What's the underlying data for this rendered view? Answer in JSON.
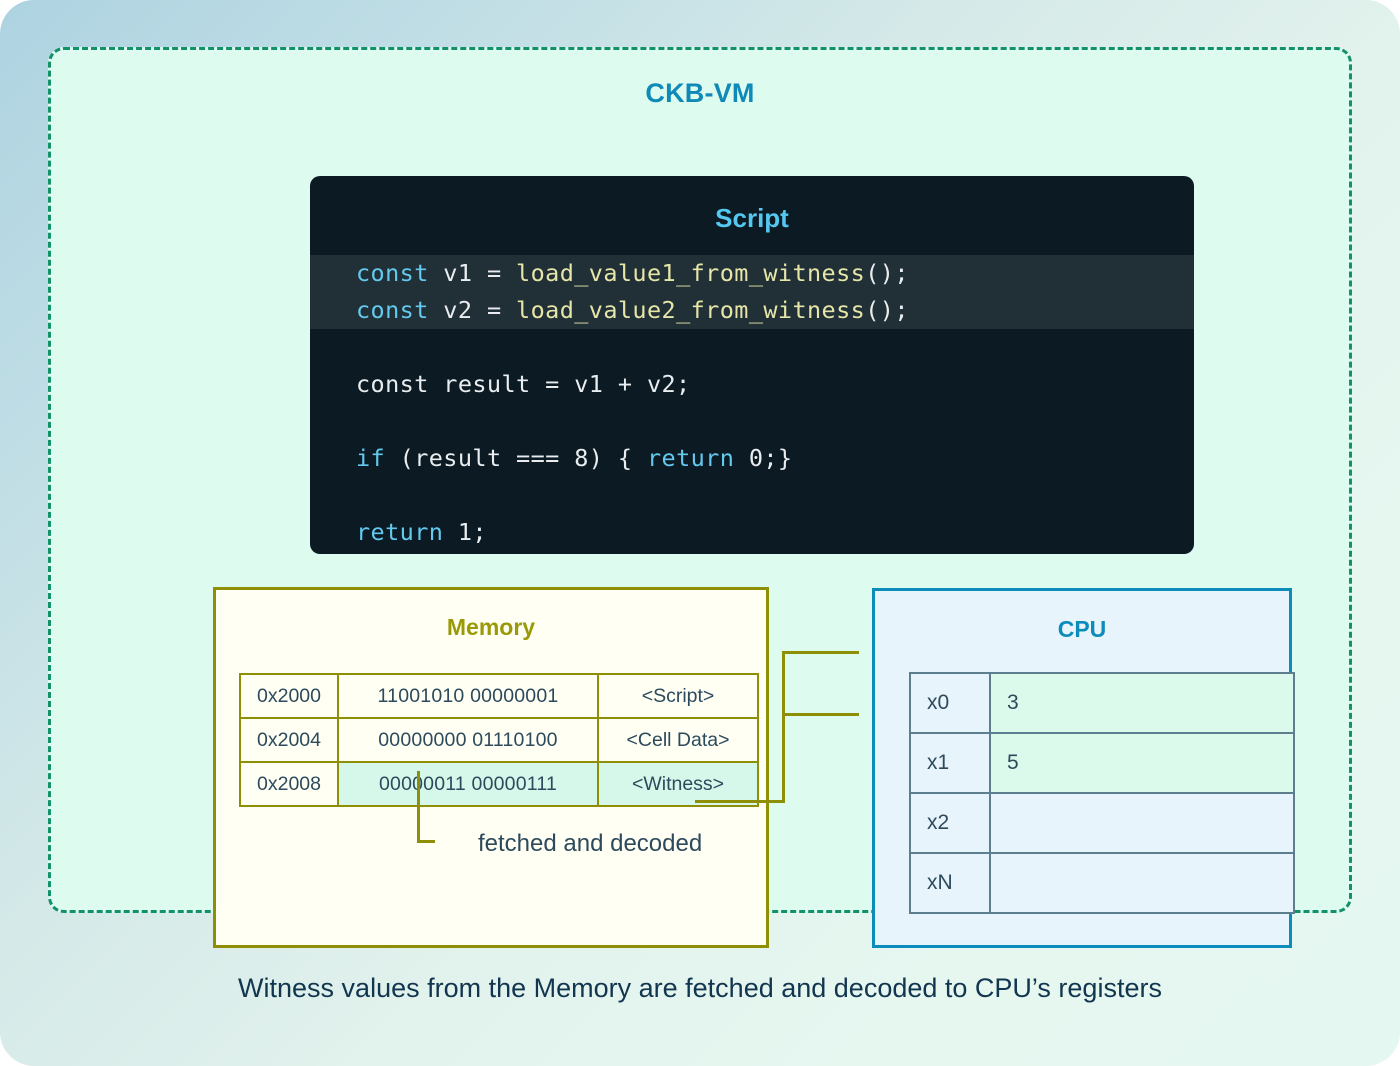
{
  "vm": {
    "title": "CKB-VM"
  },
  "script": {
    "title": "Script",
    "lines": [
      {
        "highlight": true,
        "tokens": [
          {
            "t": "kw",
            "v": "const"
          },
          {
            "t": "pn",
            "v": " v1 = "
          },
          {
            "t": "fn",
            "v": "load_value1_from_witness"
          },
          {
            "t": "pn",
            "v": "();"
          }
        ]
      },
      {
        "highlight": true,
        "tokens": [
          {
            "t": "kw",
            "v": "const"
          },
          {
            "t": "pn",
            "v": " v2 = "
          },
          {
            "t": "fn",
            "v": "load_value2_from_witness"
          },
          {
            "t": "pn",
            "v": "();"
          }
        ]
      },
      {
        "highlight": false,
        "tokens": [
          {
            "t": "pn",
            "v": " "
          }
        ]
      },
      {
        "highlight": false,
        "tokens": [
          {
            "t": "pn",
            "v": "const result = v1 + v2;"
          }
        ]
      },
      {
        "highlight": false,
        "tokens": [
          {
            "t": "pn",
            "v": " "
          }
        ]
      },
      {
        "highlight": false,
        "tokens": [
          {
            "t": "kw",
            "v": "if"
          },
          {
            "t": "pn",
            "v": " (result === 8) { "
          },
          {
            "t": "kw",
            "v": "return"
          },
          {
            "t": "pn",
            "v": " 0;}"
          }
        ]
      },
      {
        "highlight": false,
        "tokens": [
          {
            "t": "pn",
            "v": " "
          }
        ]
      },
      {
        "highlight": false,
        "tokens": [
          {
            "t": "kw",
            "v": "return"
          },
          {
            "t": "pn",
            "v": " 1;"
          }
        ]
      }
    ]
  },
  "memory": {
    "title": "Memory",
    "rows": [
      {
        "address": "0x2000",
        "bits": "11001010 00000001",
        "tag": "<Script>",
        "highlight": false
      },
      {
        "address": "0x2004",
        "bits": "00000000 01110100",
        "tag": "<Cell Data>",
        "highlight": false
      },
      {
        "address": "0x2008",
        "bits": "00000011 00000111",
        "tag": "<Witness>",
        "highlight": true
      }
    ]
  },
  "connector": {
    "label": "fetched and decoded"
  },
  "cpu": {
    "title": "CPU",
    "registers": [
      {
        "name": "x0",
        "value": "3",
        "filled": true
      },
      {
        "name": "x1",
        "value": "5",
        "filled": true
      },
      {
        "name": "x2",
        "value": "",
        "filled": false
      },
      {
        "name": "xN",
        "value": "",
        "filled": false
      }
    ]
  },
  "caption": "Witness values from the Memory are fetched and decoded to CPU’s registers",
  "colors": {
    "accent_blue": "#0b8cba",
    "script_title": "#54c8f0",
    "memory_olive": "#8f8f06",
    "dashed_green": "#12916a",
    "highlight_mint": "#d5f8ea",
    "code_background": "#0b1a23",
    "code_highlight": "#212f37"
  }
}
